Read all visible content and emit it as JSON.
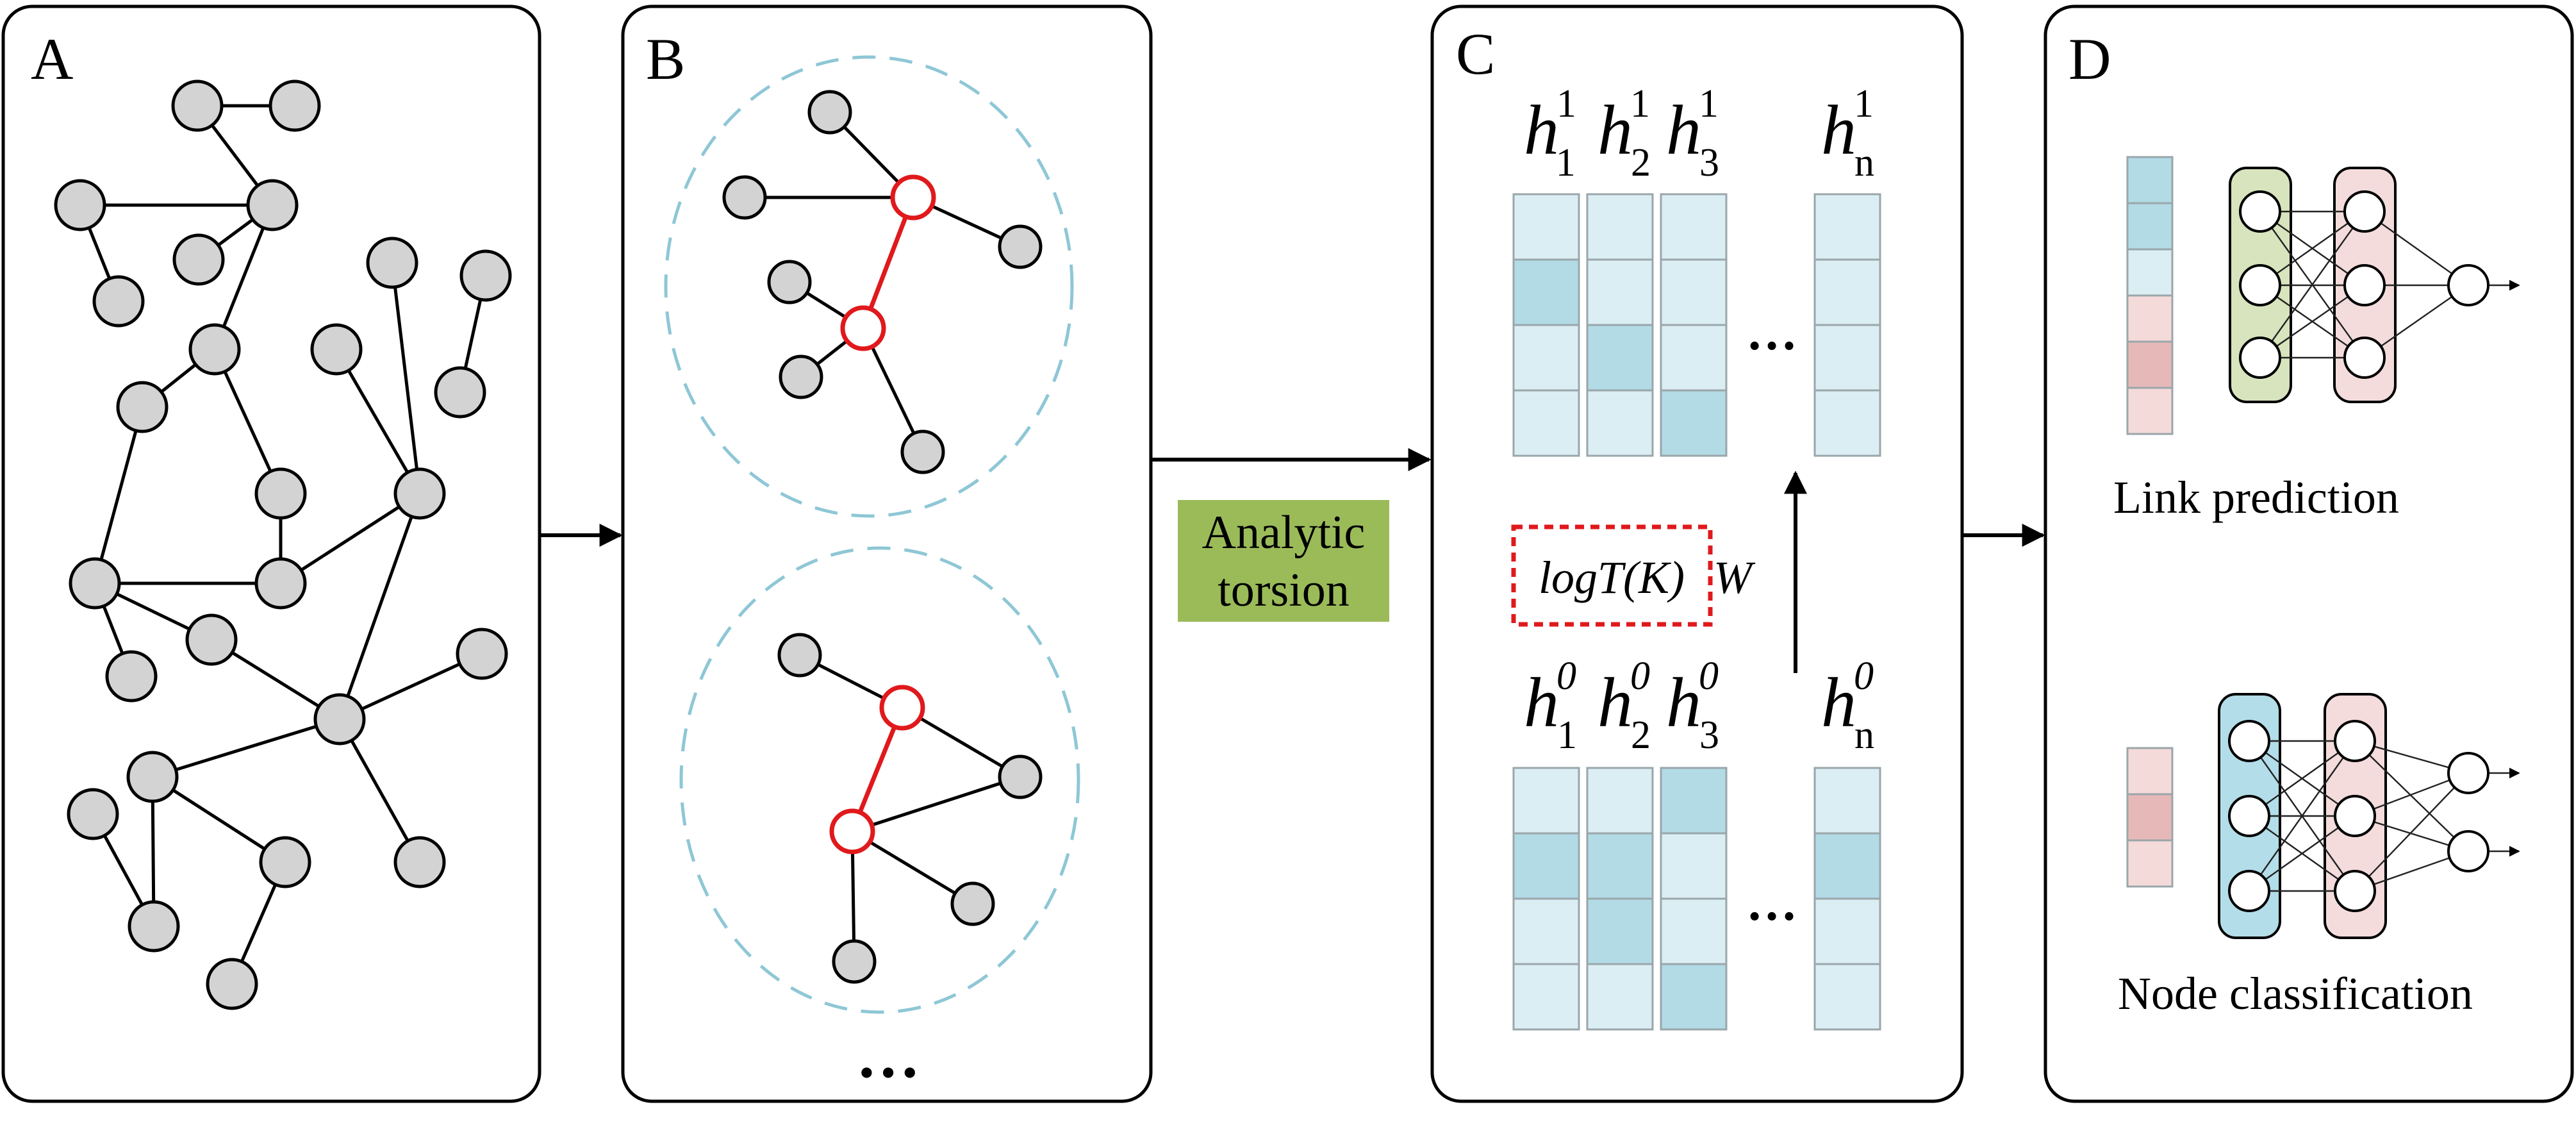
{
  "panels": {
    "a": {
      "label": "A"
    },
    "b": {
      "label": "B",
      "more": "…"
    },
    "c": {
      "label": "C",
      "top_labels": [
        {
          "base": "h",
          "sub": "1",
          "sup": "1"
        },
        {
          "base": "h",
          "sub": "2",
          "sup": "1"
        },
        {
          "base": "h",
          "sub": "3",
          "sup": "1"
        },
        {
          "base": "h",
          "sub": "n",
          "sup": "1"
        }
      ],
      "bottom_labels": [
        {
          "base": "h",
          "sub": "1",
          "sup": "0"
        },
        {
          "base": "h",
          "sub": "2",
          "sup": "0"
        },
        {
          "base": "h",
          "sub": "3",
          "sup": "0"
        },
        {
          "base": "h",
          "sub": "n",
          "sup": "0"
        }
      ],
      "ellipsis": "…",
      "formula_box": "logT(K)",
      "formula_w": "W"
    },
    "d": {
      "label": "D",
      "task_top": "Link prediction",
      "task_bottom": "Node classification"
    }
  },
  "torsion_box": {
    "line1": "Analytic",
    "line2": "torsion"
  },
  "colors": {
    "node_fill": "#d3d3d3",
    "highlight_red": "#e0191c",
    "cluster_dash": "#8ec7d6",
    "cell_light": "#dbeef4",
    "cell_dark": "#b2dbe6",
    "cell_pink_light": "#f5dada",
    "cell_pink_dark": "#e6b9b8",
    "layer_green": "#d7e4bd",
    "layer_pink": "#f3dcdb",
    "layer_blue": "#b3dde8",
    "torsion_green": "#9bbb59"
  },
  "matrices": {
    "top": [
      [
        0,
        1,
        0,
        0
      ],
      [
        0,
        0,
        1,
        0
      ],
      [
        0,
        0,
        0,
        1
      ],
      [
        0,
        0,
        0,
        0
      ]
    ],
    "bottom": [
      [
        0,
        1,
        0,
        0
      ],
      [
        0,
        1,
        1,
        0
      ],
      [
        1,
        0,
        0,
        1
      ],
      [
        0,
        1,
        0,
        0
      ]
    ]
  }
}
